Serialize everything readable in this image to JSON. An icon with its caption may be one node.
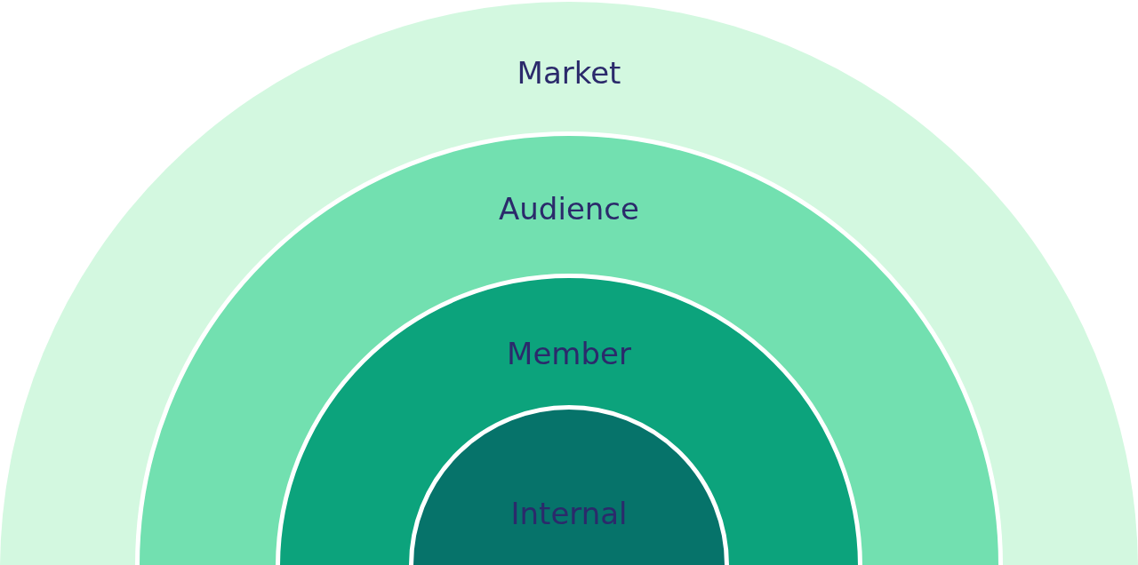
{
  "diagram": {
    "nodes": [
      {
        "text": [
          "Market"
        ]
      },
      {
        "text": [
          "Audience"
        ],
        "in": 0
      },
      {
        "text": [
          "Member"
        ],
        "in": 1
      },
      {
        "text": [
          "Internal"
        ],
        "in": 2
      }
    ]
  }
}
